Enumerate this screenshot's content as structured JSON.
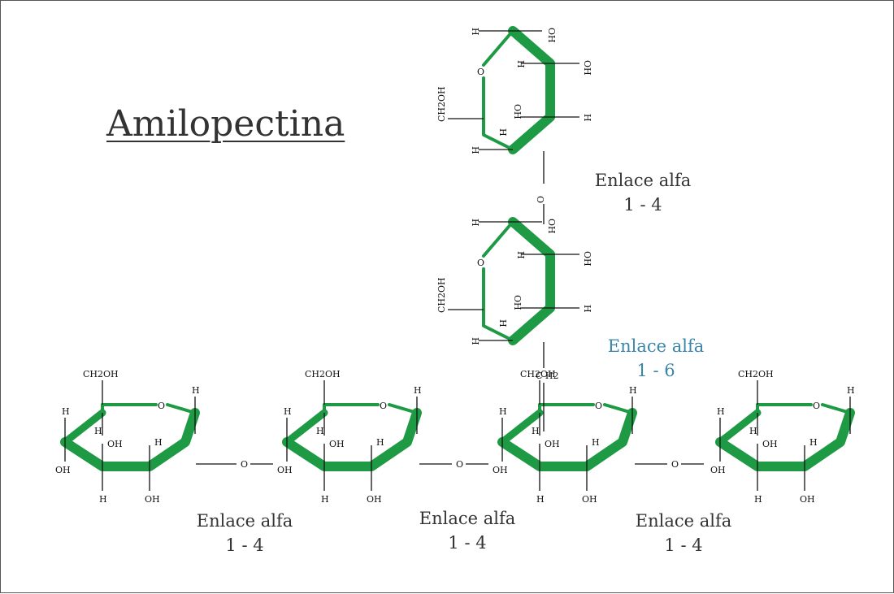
{
  "title": "Amilopectina",
  "atoms": {
    "h": "H",
    "oh": "OH",
    "o": "O",
    "ch2oh": "CH2OH",
    "ch2": "C H2"
  },
  "links": [
    {
      "line1": "Enlace alfa",
      "line2": "1 - 4"
    },
    {
      "line1": "Enlace alfa",
      "line2": "1 - 6"
    },
    {
      "line1": "Enlace alfa",
      "line2": "1 - 4"
    },
    {
      "line1": "Enlace alfa",
      "line2": "1 - 4"
    },
    {
      "line1": "Enlace alfa",
      "line2": "1 - 4"
    }
  ],
  "colors": {
    "ring": "#1e9a44",
    "text": "#333333",
    "highlight": "#3a86a8"
  }
}
